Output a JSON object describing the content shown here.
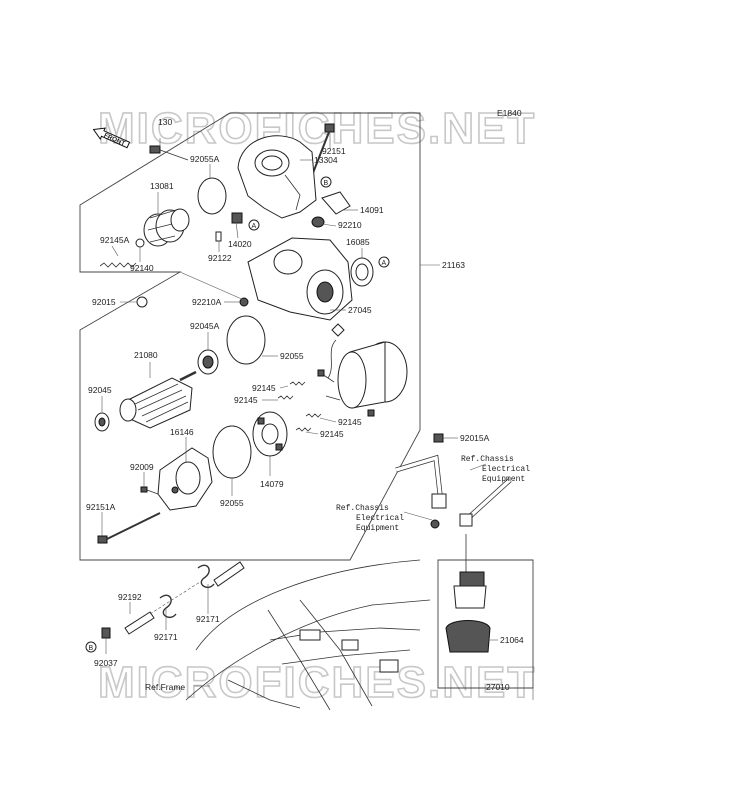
{
  "diagram": {
    "code": "E1840",
    "watermark": "MICROFICHES.NET",
    "front_label": "FRONT",
    "refs": {
      "chassis_right_1": "Ref.Chassis",
      "chassis_right_2": "Electrical",
      "chassis_right_3": "Equipment",
      "chassis_left_1": "Ref.Chassis",
      "chassis_left_2": "Electrical",
      "chassis_left_3": "Equipment",
      "frame": "Ref.Frame"
    },
    "callouts": {
      "a1": "A",
      "a2": "A",
      "b1": "B",
      "b2": "B"
    },
    "labels": {
      "p130": "130",
      "p92151_top": "92151",
      "p13304": "13304",
      "p92055A": "92055A",
      "p13081": "13081",
      "p14091": "14091",
      "p14020": "14020",
      "p92210": "92210",
      "p92145A": "92145A",
      "p92122": "92122",
      "p16085": "16085",
      "p92140": "92140",
      "p21163": "21163",
      "p92015": "92015",
      "p92210A": "92210A",
      "p27045": "27045",
      "p92045A": "92045A",
      "p21080": "21080",
      "p92055_mid": "92055",
      "p92045": "92045",
      "p92145_a": "92145",
      "p92145_b": "92145",
      "p92145_c": "92145",
      "p92145_d": "92145",
      "p16146": "16146",
      "p92015A": "92015A",
      "p14079": "14079",
      "p92009": "92009",
      "p92055_low": "92055",
      "p92151A": "92151A",
      "p92192": "92192",
      "p92171_a": "92171",
      "p92171_b": "92171",
      "p21064": "21064",
      "p92037": "92037",
      "p27010": "27010"
    }
  }
}
